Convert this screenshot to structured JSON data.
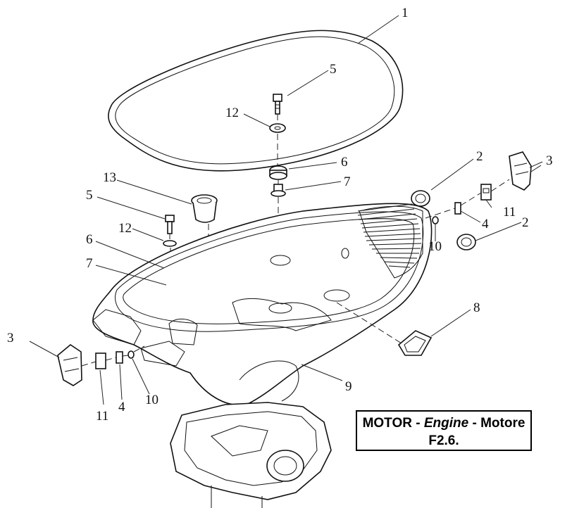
{
  "diagram": {
    "callouts": {
      "c1": "1",
      "c5a": "5",
      "c12a": "12",
      "c6a": "6",
      "c7a": "7",
      "c2a": "2",
      "c3a": "3",
      "c13": "13",
      "c5b": "5",
      "c12b": "12",
      "c11a": "11",
      "c4a": "4",
      "c2b": "2",
      "c10a": "10",
      "c6b": "6",
      "c7b": "7",
      "c8": "8",
      "c3b": "3",
      "c9": "9",
      "c11b": "11",
      "c4b": "4",
      "c10b": "10"
    }
  },
  "title_box": {
    "motor": "MOTOR - ",
    "engine": "Engine",
    "motore": " - Motore",
    "code": "F2.6."
  }
}
